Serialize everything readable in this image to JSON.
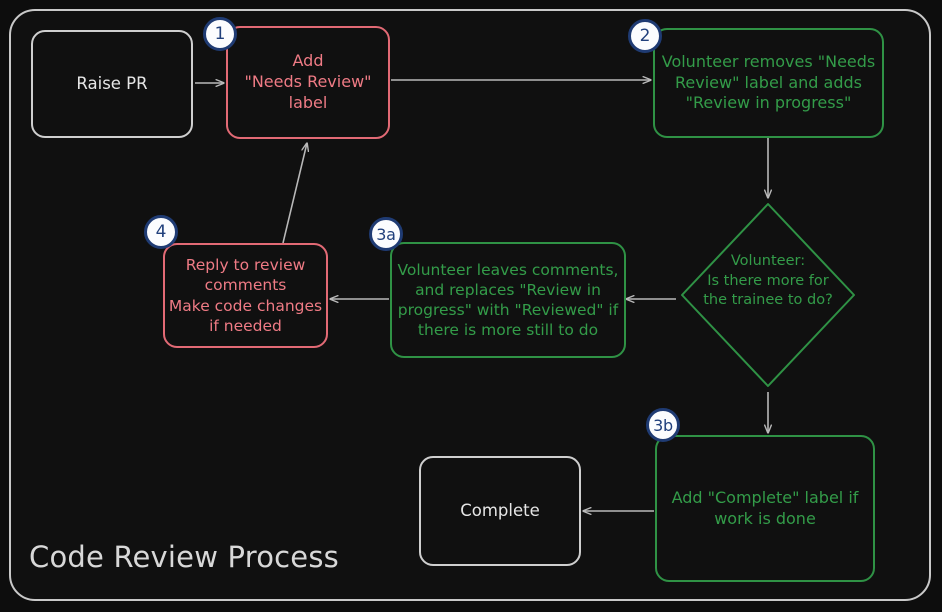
{
  "diagram": {
    "title": "Code Review Process",
    "colors": {
      "background": "#0d0d0d",
      "frame_border": "#c9c9c9",
      "red": "#ef7b85",
      "green": "#339c49",
      "arrow": "#b9b9b9",
      "badge_fill": "#fbfcfe",
      "badge_border": "#1f3b73",
      "badge_text": "#21407c",
      "neutral_text": "#e6e6e6"
    },
    "nodes": [
      {
        "id": "raise-pr",
        "label": "Raise PR",
        "style": "plain",
        "badge": null
      },
      {
        "id": "add-label",
        "label": "Add\n\"Needs Review\"\nlabel",
        "style": "red",
        "badge": "1"
      },
      {
        "id": "volunteer-start",
        "label": "Volunteer removes \"Needs\nReview\" label and adds\n\"Review in progress\"",
        "style": "green",
        "badge": "2"
      },
      {
        "id": "decision",
        "label": "Volunteer:\nIs there more for\nthe trainee to do?",
        "style": "green",
        "badge": null
      },
      {
        "id": "leaves-comments",
        "label": "Volunteer leaves comments,\nand replaces \"Review in\nprogress\" with \"Reviewed\" if\nthere is more still to do",
        "style": "green",
        "badge": "3a"
      },
      {
        "id": "reply",
        "label": "Reply to review\ncomments\nMake code changes\nif needed",
        "style": "red",
        "badge": "4"
      },
      {
        "id": "complete-label",
        "label": "Add \"Complete\" label if\nwork is done",
        "style": "green",
        "badge": "3b"
      },
      {
        "id": "complete",
        "label": "Complete",
        "style": "plain",
        "badge": null
      }
    ]
  }
}
